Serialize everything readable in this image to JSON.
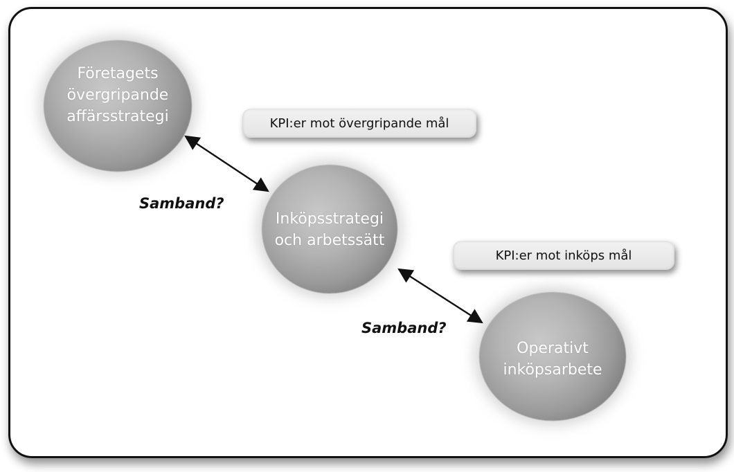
{
  "nodes": {
    "strategy": "Företagets\növergripande\naffärsstrategi",
    "purchasing": "Inköpsstrategi\noch arbetssätt",
    "operative": "Operativt\ninköpsarbete"
  },
  "kpi": {
    "overall": "KPI:er mot övergripande mål",
    "purchasing": "KPI:er mot inköps mål"
  },
  "relations": {
    "first": "Samband?",
    "second": "Samband?"
  },
  "colors": {
    "node_fill": "#a8a8a8",
    "text_on_node": "#ffffff",
    "frame_border": "#111111"
  }
}
